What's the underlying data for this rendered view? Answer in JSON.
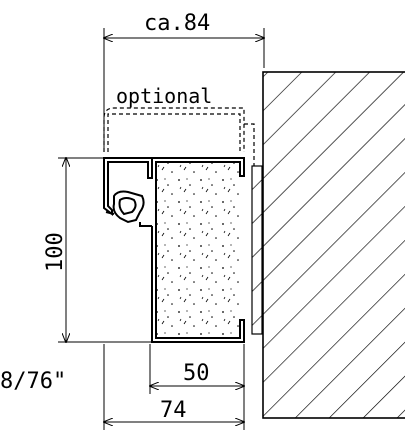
{
  "dimensions": {
    "top_width": "ca.84",
    "optional": "optional",
    "height": "100",
    "inner_width": "50",
    "outer_width": "74",
    "left_label": "8/76\""
  },
  "colors": {
    "line": "#000000",
    "background": "#ffffff"
  }
}
